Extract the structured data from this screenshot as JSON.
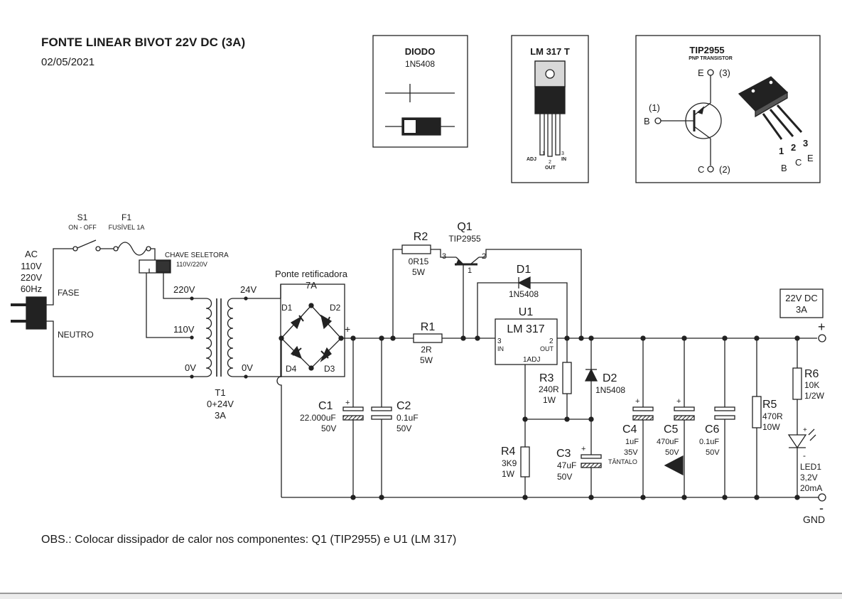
{
  "title": "FONTE LINEAR BIVOT  22V DC (3A)",
  "date": "02/05/2021",
  "obs": "OBS.: Colocar dissipador de calor nos componentes: Q1 (TIP2955) e U1 (LM 317)",
  "boxes": {
    "diodo": {
      "title": "DIODO",
      "sub": "1N5408"
    },
    "lm317": {
      "title": "LM 317 T",
      "p1": "1",
      "p1n": "ADJ",
      "p2": "2",
      "p2n": "OUT",
      "p3": "3",
      "p3n": "IN"
    },
    "tip": {
      "title": "TIP2955",
      "sub": "PNP TRANSISTOR",
      "e": "E",
      "e_num": "(3)",
      "b_num": "(1)",
      "b": "B",
      "c": "C",
      "c_num": "(2)",
      "pin1": "1",
      "pin2": "2",
      "pin3": "3",
      "pb": "B",
      "pc": "C",
      "pe": "E"
    }
  },
  "schematic": {
    "ac": [
      "AC",
      "110V",
      "220V",
      "60Hz"
    ],
    "fase": "FASE",
    "neutro": "NEUTRO",
    "s1": "S1",
    "s1_sub": "ON - OFF",
    "f1": "F1",
    "f1_sub": "FUSÍVEL 1A",
    "chave": "CHAVE SELETORA",
    "chave_sub": "110V/220V",
    "v220": "220V",
    "v110": "110V",
    "v0a": "0V",
    "v24": "24V",
    "v0b": "0V",
    "t1": "T1",
    "t1_v": "0+24V",
    "t1_a": "3A",
    "ponte": "Ponte retificadora",
    "ponte_a": "7A",
    "d1b": "D1",
    "d2b": "D2",
    "d3b": "D3",
    "d4b": "D4",
    "plus_bridge": "+",
    "c1": "C1",
    "c1_v": "22.000uF",
    "c1_vv": "50V",
    "c2": "C2",
    "c2_v": "0.1uF",
    "c2_vv": "50V",
    "r2": "R2",
    "r2_v": "0R15",
    "r2_w": "5W",
    "q1": "Q1",
    "q1_v": "TIP2955",
    "q1_p3": "3",
    "q1_p2": "2",
    "q1_p1": "1",
    "r1": "R1",
    "r1_v": "2R",
    "r1_w": "5W",
    "d1": "D1",
    "d1_v": "1N5408",
    "u1": "U1",
    "u1_name": "LM 317",
    "u1_in_n": "3",
    "u1_in": "IN",
    "u1_out_n": "2",
    "u1_out": "OUT",
    "u1_adj": "1ADJ",
    "r3": "R3",
    "r3_v": "240R",
    "r3_w": "1W",
    "d2": "D2",
    "d2_v": "1N5408",
    "r4": "R4",
    "r4_v": "3K9",
    "r4_w": "1W",
    "c3": "C3",
    "c3_v": "47uF",
    "c3_vv": "50V",
    "c4": "C4",
    "c4_v": "1uF",
    "c4_vv": "35V",
    "c4_t": "TÂNTALO",
    "c5": "C5",
    "c5_v": "470uF",
    "c5_vv": "50V",
    "c6": "C6",
    "c6_v": "0.1uF",
    "c6_vv": "50V",
    "r5": "R5",
    "r5_v": "470R",
    "r5_w": "10W",
    "r6": "R6",
    "r6_v": "10K",
    "r6_w": "1/2W",
    "led1": "LED1",
    "led1_v": "3,2V",
    "led1_a": "20mA",
    "out_v": "22V DC",
    "out_a": "3A",
    "plus_out": "+",
    "minus_out": "-",
    "gnd": "GND",
    "plus_small": "+",
    "minus_small": "-"
  }
}
